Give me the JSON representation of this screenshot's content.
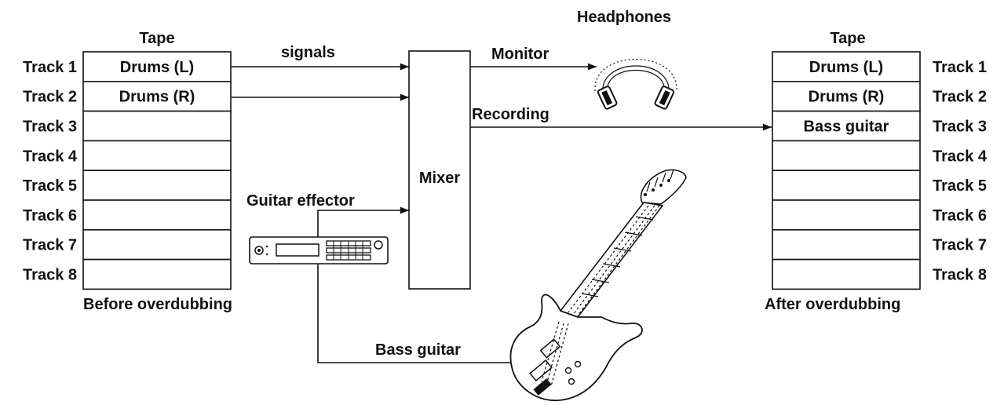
{
  "left_tape": {
    "title": "Tape",
    "caption": "Before overdubbing",
    "tracks": [
      "Track 1",
      "Track 2",
      "Track 3",
      "Track 4",
      "Track 5",
      "Track 6",
      "Track 7",
      "Track 8"
    ],
    "contents": [
      "Drums (L)",
      "Drums (R)",
      "",
      "",
      "",
      "",
      "",
      ""
    ]
  },
  "right_tape": {
    "title": "Tape",
    "caption": "After overdubbing",
    "tracks": [
      "Track 1",
      "Track 2",
      "Track 3",
      "Track 4",
      "Track 5",
      "Track 6",
      "Track 7",
      "Track 8"
    ],
    "contents": [
      "Drums (L)",
      "Drums (R)",
      "Bass guitar",
      "",
      "",
      "",
      "",
      ""
    ]
  },
  "mixer": {
    "label": "Mixer"
  },
  "labels": {
    "signals": "signals",
    "monitor": "Monitor",
    "headphones": "Headphones",
    "recording": "Recording",
    "guitar_effector": "Guitar effector",
    "bass_guitar": "Bass guitar"
  },
  "icons": {
    "headphones": "headphones-icon",
    "effector": "guitar-effector-icon",
    "guitar": "bass-guitar-icon"
  }
}
